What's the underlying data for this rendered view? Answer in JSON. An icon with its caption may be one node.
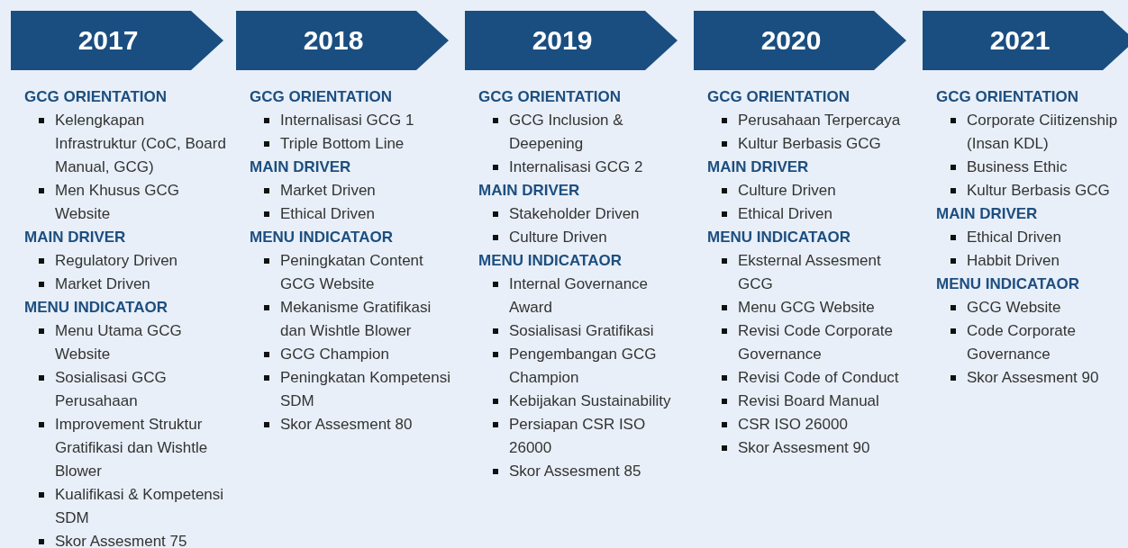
{
  "diagram": {
    "nodes": [
      {
        "text": [
          "2017"
        ]
      },
      {
        "text": [
          "GCG ORIENTATION",
          "Kelengkapan Infrastruktur (CoC, Board Manual, GCG)",
          "Men Khusus GCG Website"
        ]
      },
      {
        "text": [
          "MAIN DRIVER",
          "Regulatory Driven",
          "Market Driven"
        ]
      },
      {
        "text": [
          "MENU INDICATAOR",
          "Menu Utama GCG Website",
          "Sosialisasi GCG Perusahaan",
          "Improvement Struktur Gratifikasi dan Wishtle Blower",
          "Kualifikasi & Kompetensi SDM",
          "Skor Assesment 75"
        ]
      },
      {
        "text": [
          "2018"
        ]
      },
      {
        "text": [
          "GCG ORIENTATION",
          "Internalisasi GCG 1",
          "Triple Bottom Line"
        ]
      },
      {
        "text": [
          "MAIN DRIVER",
          "Market Driven",
          "Ethical Driven"
        ]
      },
      {
        "text": [
          "MENU INDICATAOR",
          "Peningkatan Content GCG Website",
          "Mekanisme Gratifikasi dan Wishtle Blower",
          "GCG Champion",
          "Peningkatan Kompetensi SDM",
          "Skor Assesment 80"
        ]
      },
      {
        "text": [
          "2019"
        ]
      },
      {
        "text": [
          "GCG ORIENTATION",
          "GCG Inclusion & Deepening",
          "Internalisasi GCG 2"
        ]
      },
      {
        "text": [
          "MAIN DRIVER",
          "Stakeholder Driven",
          "Culture Driven"
        ]
      },
      {
        "text": [
          "MENU INDICATAOR",
          "Internal Governance Award",
          "Sosialisasi Gratifikasi",
          "Pengembangan GCG Champion",
          "Kebijakan Sustainability",
          "Persiapan CSR ISO 26000",
          "Skor Assesment 85"
        ]
      },
      {
        "text": [
          "2020"
        ]
      },
      {
        "text": [
          "GCG ORIENTATION",
          "Perusahaan Terpercaya",
          "Kultur Berbasis GCG"
        ]
      },
      {
        "text": [
          "MAIN DRIVER",
          "Culture Driven",
          "Ethical Driven"
        ]
      },
      {
        "text": [
          "MENU INDICATAOR",
          "Eksternal Assesment GCG",
          "Menu GCG Website",
          "Revisi Code Corporate Governance",
          "Revisi Code of Conduct",
          "Revisi Board Manual",
          "CSR ISO 26000",
          "Skor Assesment 90"
        ]
      },
      {
        "text": [
          "2021"
        ]
      },
      {
        "text": [
          "GCG ORIENTATION",
          "Corporate Ciitizenship (Insan KDL)",
          "Business Ethic",
          "Kultur Berbasis GCG"
        ]
      },
      {
        "text": [
          "MAIN DRIVER",
          "Ethical Driven",
          "Habbit Driven"
        ]
      },
      {
        "text": [
          "MENU INDICATAOR",
          "GCG Website",
          "Code Corporate Governance",
          "Skor Assesment 90"
        ]
      }
    ]
  }
}
